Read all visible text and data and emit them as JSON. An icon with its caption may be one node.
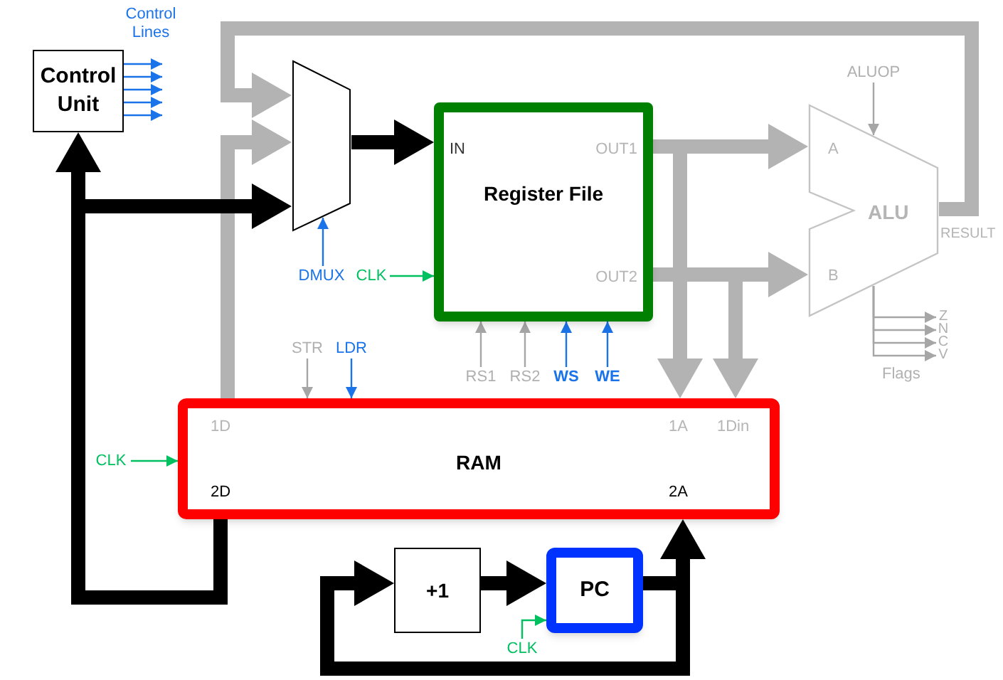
{
  "diagram": {
    "nodes": [
      {
        "text": [
          "Control Unit"
        ]
      },
      {
        "text": [],
        "shape": "trapezoid"
      },
      {
        "text": [
          "IN",
          "OUT1",
          "Register File",
          "OUT2"
        ]
      },
      {
        "text": [
          "A",
          "ALU",
          "B"
        ],
        "beside": [
          "RESULT"
        ]
      },
      {
        "text": [
          "1D",
          "1A",
          "1Din",
          "RAM",
          "2D",
          "2A"
        ]
      },
      {
        "text": [
          "+1"
        ]
      },
      {
        "text": [
          "PC"
        ]
      },
      {
        "text": [
          "DMUX"
        ]
      },
      {
        "text": [
          "CLK"
        ]
      },
      {
        "text": [
          "STR"
        ]
      },
      {
        "text": [
          "LDR"
        ]
      },
      {
        "text": [
          "RS1"
        ]
      },
      {
        "text": [
          "RS2"
        ]
      },
      {
        "text": [
          "WS"
        ]
      },
      {
        "text": [
          "WE"
        ]
      },
      {
        "text": [
          "ALUOP"
        ]
      },
      {
        "text": [
          "Z"
        ]
      },
      {
        "text": [
          "N"
        ]
      },
      {
        "text": [
          "C"
        ]
      },
      {
        "text": [
          "V"
        ]
      },
      {
        "text": [
          "CLK"
        ]
      },
      {
        "text": [
          "CLK"
        ]
      }
    ],
    "edges": [
      {
        "from": 3,
        "to": 1,
        "arrow": "to",
        "style": "thick",
        "color": "#b3b3b3"
      },
      {
        "from": 4,
        "to": 1,
        "arrow": "to",
        "style": "thick",
        "color": "#b3b3b3"
      },
      {
        "from": 4,
        "to": 0,
        "arrow": "to",
        "style": "thick",
        "color": "#000000"
      },
      {
        "from": 4,
        "to": 1,
        "arrow": "to",
        "style": "thick",
        "color": "#000000"
      },
      {
        "from": 1,
        "to": 2,
        "arrow": "to",
        "style": "thick",
        "color": "#000000"
      },
      {
        "from": 2,
        "to": 3,
        "arrow": "to",
        "style": "thick",
        "color": "#b3b3b3"
      },
      {
        "from": 2,
        "to": 4,
        "arrow": "to",
        "style": "thick",
        "color": "#b3b3b3"
      },
      {
        "from": 2,
        "to": 3,
        "arrow": "to",
        "style": "thick",
        "color": "#b3b3b3"
      },
      {
        "from": 2,
        "to": 4,
        "arrow": "to",
        "style": "thick",
        "color": "#b3b3b3"
      },
      {
        "from": 5,
        "to": 6,
        "arrow": "to",
        "style": "thick",
        "color": "#000000"
      },
      {
        "from": 6,
        "to": 4,
        "arrow": "to",
        "style": "thick",
        "color": "#000000"
      },
      {
        "from": 6,
        "to": 5,
        "arrow": "to",
        "style": "thick",
        "color": "#000000"
      },
      {
        "from": 7,
        "to": 1,
        "arrow": "to",
        "color": "#1a73e8"
      },
      {
        "from": 8,
        "to": 2,
        "arrow": "to",
        "color": "#00c060"
      },
      {
        "from": 9,
        "to": 4,
        "arrow": "to",
        "color": "#a6a6a6"
      },
      {
        "from": 10,
        "to": 4,
        "arrow": "to",
        "color": "#1a73e8"
      },
      {
        "from": 11,
        "to": 2,
        "arrow": "to",
        "color": "#a6a6a6"
      },
      {
        "from": 12,
        "to": 2,
        "arrow": "to",
        "color": "#a6a6a6"
      },
      {
        "from": 13,
        "to": 2,
        "arrow": "to",
        "color": "#1a73e8"
      },
      {
        "from": 14,
        "to": 2,
        "arrow": "to",
        "color": "#1a73e8"
      },
      {
        "from": 15,
        "to": 3,
        "arrow": "to",
        "color": "#a6a6a6"
      },
      {
        "from": 3,
        "to": 16,
        "arrow": "to",
        "color": "#a6a6a6"
      },
      {
        "from": 3,
        "to": 17,
        "arrow": "to",
        "color": "#a6a6a6"
      },
      {
        "from": 3,
        "to": 18,
        "arrow": "to",
        "color": "#a6a6a6"
      },
      {
        "from": 3,
        "to": 19,
        "arrow": "to",
        "color": "#a6a6a6"
      },
      {
        "from": 20,
        "to": 4,
        "arrow": "to",
        "color": "#00c060"
      },
      {
        "from": 21,
        "to": 6,
        "arrow": "to",
        "color": "#00c060"
      },
      {
        "from": 0,
        "to": null,
        "arrow": "to",
        "color": "#1a73e8"
      },
      {
        "from": 0,
        "to": null,
        "arrow": "to",
        "color": "#1a73e8"
      },
      {
        "from": 0,
        "to": null,
        "arrow": "to",
        "color": "#1a73e8"
      },
      {
        "from": 0,
        "to": null,
        "arrow": "to",
        "color": "#1a73e8"
      },
      {
        "from": 0,
        "to": null,
        "arrow": "to",
        "color": "#1a73e8"
      }
    ],
    "labels": [
      "Control Lines",
      "Flags"
    ]
  }
}
